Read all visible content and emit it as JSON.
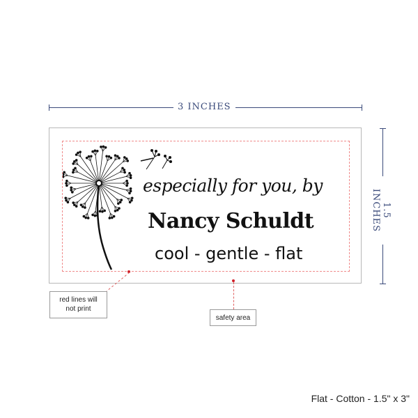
{
  "dimensions": {
    "width_label": "3 INCHES",
    "height_label": "1.5 INCHES"
  },
  "label": {
    "line1": "especially for you, by",
    "line2": "Nancy Schuldt",
    "line3": "cool - gentle - flat"
  },
  "notes": {
    "red_lines": "red lines will not print",
    "safety_area": "safety area"
  },
  "caption": "Flat - Cotton - 1.5\" x 3\"",
  "colors": {
    "dimension": "#3a4a7a",
    "safety_line": "#f08a8a",
    "marker": "#d0202a"
  }
}
